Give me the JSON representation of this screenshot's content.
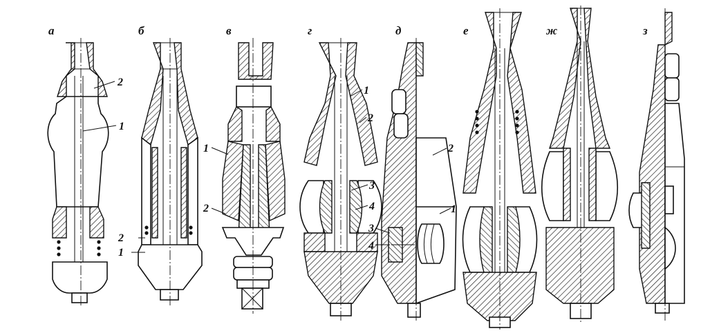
{
  "figures": [
    {
      "letter": "а",
      "parts": [
        "2",
        "1"
      ]
    },
    {
      "letter": "б",
      "parts": [
        "2",
        "1"
      ]
    },
    {
      "letter": "в",
      "parts": [
        "1",
        "2"
      ]
    },
    {
      "letter": "г",
      "parts": [
        "1",
        "2",
        "3",
        "4"
      ]
    },
    {
      "letter": "д",
      "parts": [
        "2",
        "1",
        "3",
        "4"
      ]
    },
    {
      "letter": "е",
      "parts": []
    },
    {
      "letter": "ж",
      "parts": []
    },
    {
      "letter": "з",
      "parts": []
    }
  ],
  "colors": {
    "line": "#111111",
    "background": "#ffffff"
  }
}
